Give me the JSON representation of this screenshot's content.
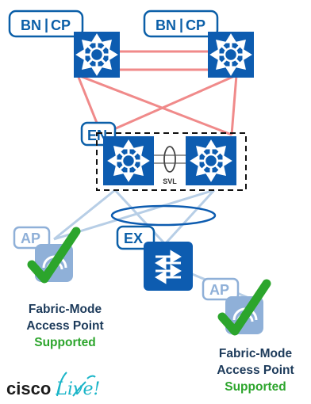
{
  "nodes": {
    "bn_cp_left": {
      "label_a": "BN",
      "label_b": "CP"
    },
    "bn_cp_right": {
      "label_a": "BN",
      "label_b": "CP"
    },
    "edge_node": {
      "label": "EN",
      "link_label": "SVL"
    },
    "extended_node": {
      "label": "EX"
    },
    "ap_left": {
      "label": "AP"
    },
    "ap_right": {
      "label": "AP"
    }
  },
  "captions": {
    "left": {
      "line1": "Fabric-Mode",
      "line2": "Access Point",
      "status": "Supported"
    },
    "right": {
      "line1": "Fabric-Mode",
      "line2": "Access Point",
      "status": "Supported"
    }
  },
  "brand": {
    "name": "cisco",
    "event": "Live!"
  },
  "colors": {
    "switch_blue": "#0d5cb0",
    "label_blue": "#0b5fa8",
    "link_red": "#f08a8a",
    "check_green": "#2ca52c",
    "ap_light_blue": "#8fb0d8"
  },
  "icons": [
    "router-icon",
    "multilayer-switch-icon",
    "l2-switch-icon",
    "wireless-ap-icon",
    "checkmark-icon"
  ]
}
